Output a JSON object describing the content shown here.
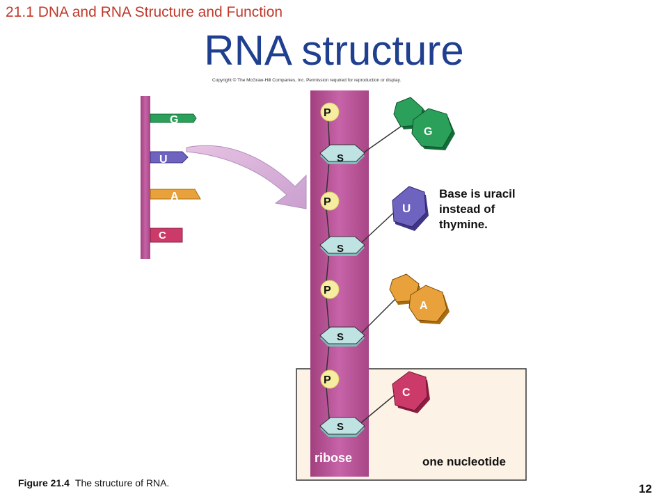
{
  "header": {
    "section_title": "21.1 DNA and RNA Structure and Function",
    "main_title": "RNA structure",
    "copyright": "Copyright © The McGraw-Hill Companies, Inc. Permission required for reproduction or display."
  },
  "diagram": {
    "strand_bases": [
      "G",
      "U",
      "A",
      "C"
    ],
    "phosphate_label": "P",
    "sugar_label": "S",
    "detail_bases": [
      "G",
      "U",
      "A",
      "C"
    ],
    "base_note": "Base is uracil instead of thymine.",
    "ribose_label": "ribose",
    "nucleotide_label": "one nucleotide",
    "colors": {
      "G": "#2aa05a",
      "U": "#6f63c0",
      "A": "#e9a23b",
      "C": "#cc3a6a",
      "backbone": "#b9519a",
      "sugar": "#bfe3e3",
      "phosphate": "#f6eda0"
    }
  },
  "footer": {
    "figure_label": "Figure 21.4",
    "figure_caption": "The structure of RNA.",
    "page_number": "12"
  }
}
